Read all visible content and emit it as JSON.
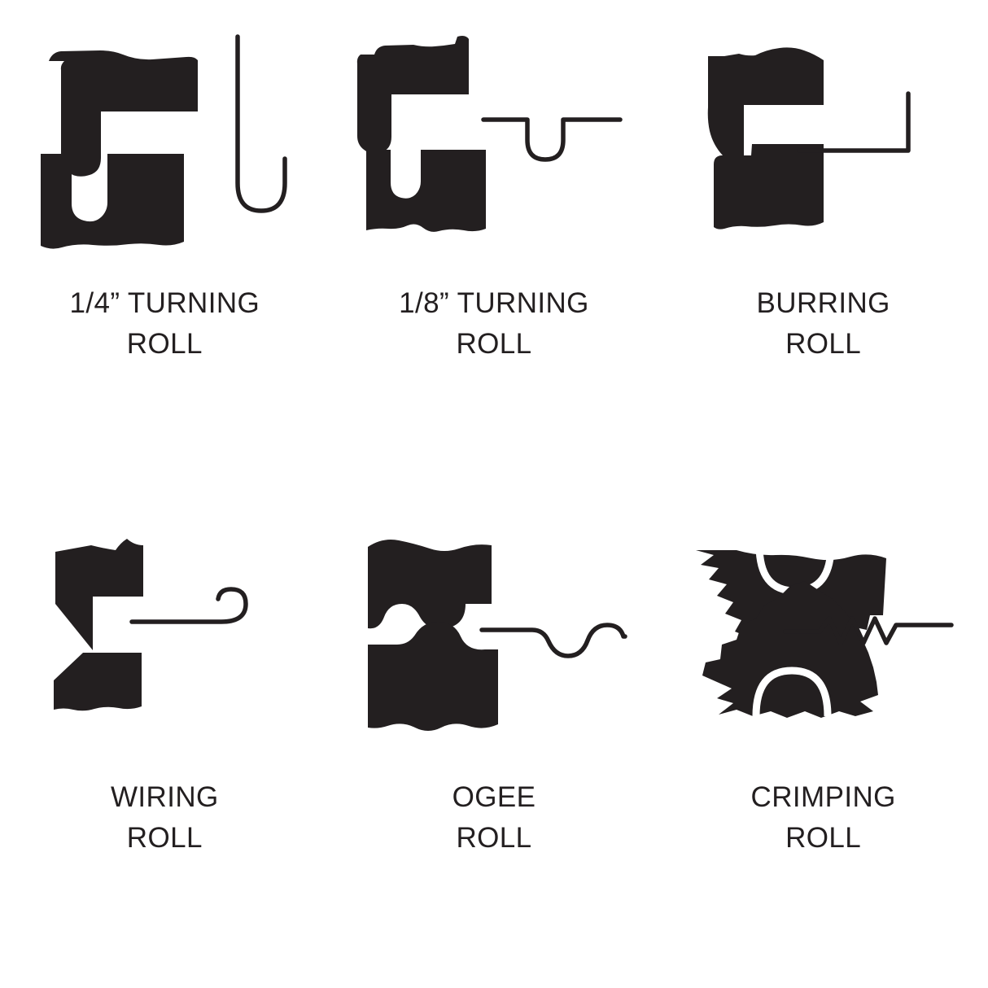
{
  "page": {
    "background_color": "#ffffff",
    "ink_color": "#231f20",
    "title": "Sheet Metal Roll Profiles",
    "layout": "2 rows x 3 columns"
  },
  "figures": [
    {
      "id": "quarter-inch-turning-roll",
      "caption_line1": "1/4” TURNING",
      "caption_line2": "ROLL",
      "caption": "1/4” TURNING\nROLL",
      "row": 1,
      "column": 1,
      "roll_count": 2,
      "workpiece": "vertical J-hook / curled edge",
      "workpiece_orientation": "vertical",
      "radius_label": "1/4”"
    },
    {
      "id": "eighth-inch-turning-roll",
      "caption_line1": "1/8” TURNING",
      "caption_line2": "ROLL",
      "caption": "1/8” TURNING\nROLL",
      "row": 1,
      "column": 2,
      "roll_count": 2,
      "workpiece": "flat sheet with U-shaped bead",
      "workpiece_orientation": "horizontal",
      "radius_label": "1/8”"
    },
    {
      "id": "burring-roll",
      "caption_line1": "BURRING",
      "caption_line2": "ROLL",
      "caption": "BURRING\nROLL",
      "row": 1,
      "column": 3,
      "roll_count": 2,
      "workpiece": "L-shaped flange, right angle turned up",
      "workpiece_orientation": "horizontal"
    },
    {
      "id": "wiring-roll",
      "caption_line1": "WIRING",
      "caption_line2": "ROLL",
      "caption": "WIRING\nROLL",
      "row": 2,
      "column": 1,
      "roll_count": 2,
      "workpiece": "flat sheet with rolled curl at edge",
      "workpiece_orientation": "horizontal"
    },
    {
      "id": "ogee-roll",
      "caption_line1": "OGEE",
      "caption_line2": "ROLL",
      "caption": "OGEE\nROLL",
      "row": 2,
      "column": 2,
      "roll_count": 2,
      "workpiece": "S-curve cyma ogee profile",
      "workpiece_orientation": "horizontal"
    },
    {
      "id": "crimping-roll",
      "caption_line1": "CRIMPING",
      "caption_line2": "ROLL",
      "caption": "CRIMPING\nROLL",
      "row": 2,
      "column": 3,
      "roll_count": 2,
      "workpiece": "zigzag corrugated crimp, 4 peaks",
      "workpiece_orientation": "horizontal",
      "tooth_count": 11
    }
  ]
}
